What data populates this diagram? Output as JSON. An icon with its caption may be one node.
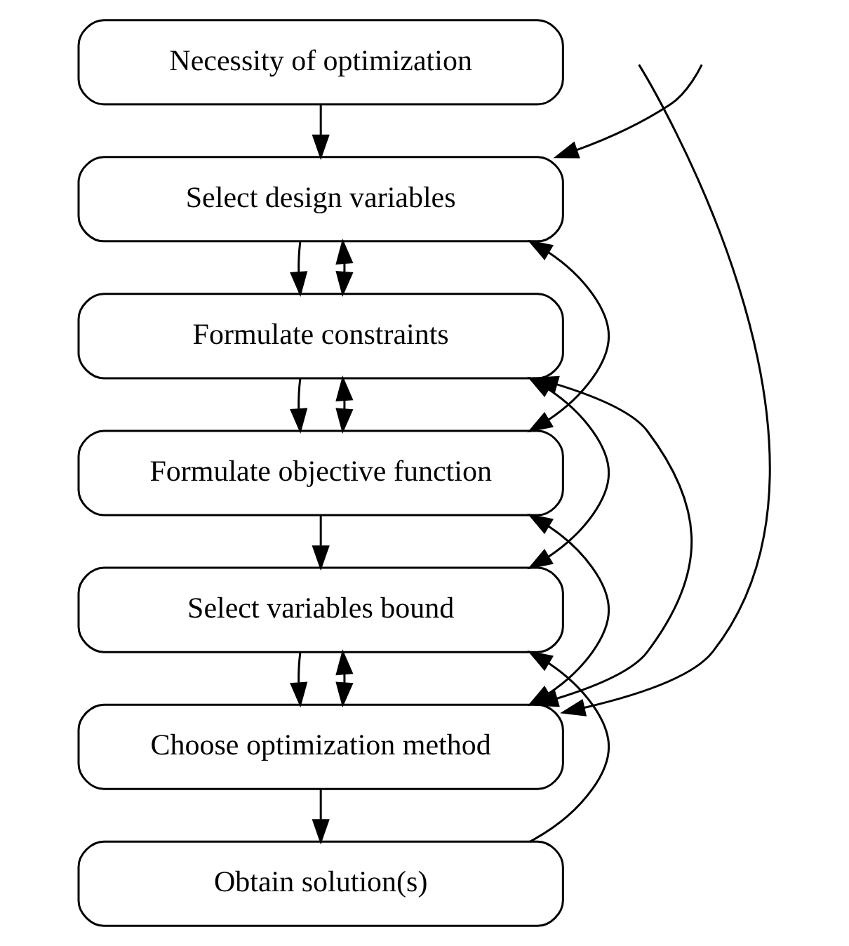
{
  "diagram": {
    "nodes": [
      {
        "text": [
          "Necessity of optimization"
        ]
      },
      {
        "text": [
          "Select design variables"
        ]
      },
      {
        "text": [
          "Formulate constraints"
        ]
      },
      {
        "text": [
          "Formulate objective function"
        ]
      },
      {
        "text": [
          "Select variables bound"
        ]
      },
      {
        "text": [
          "Choose optimization method"
        ]
      },
      {
        "text": [
          "Obtain solution(s)"
        ]
      }
    ],
    "edges": [
      {
        "from": 0,
        "to": 1,
        "arrow": "to"
      },
      {
        "from": 1,
        "to": 2,
        "arrow": "to"
      },
      {
        "from": 2,
        "to": 3,
        "arrow": "to"
      },
      {
        "from": 3,
        "to": 4,
        "arrow": "to"
      },
      {
        "from": 4,
        "to": 5,
        "arrow": "to"
      },
      {
        "from": 5,
        "to": 6,
        "arrow": "to"
      },
      {
        "from": 1,
        "to": 3,
        "arrow": "both"
      },
      {
        "from": 2,
        "to": 3,
        "arrow": "both"
      },
      {
        "from": 6,
        "to": 4,
        "arrow": "to"
      },
      {
        "from": null,
        "to": 1,
        "arrow": "to"
      },
      {
        "from": 1,
        "to": 2,
        "arrow": "both"
      },
      {
        "from": 2,
        "to": 5,
        "arrow": "both"
      },
      {
        "from": 2,
        "to": 4,
        "arrow": "both"
      },
      {
        "from": 3,
        "to": 5,
        "arrow": "both"
      },
      {
        "from": 4,
        "to": 5,
        "arrow": "both"
      },
      {
        "from": null,
        "to": 5,
        "arrow": "to"
      }
    ]
  }
}
